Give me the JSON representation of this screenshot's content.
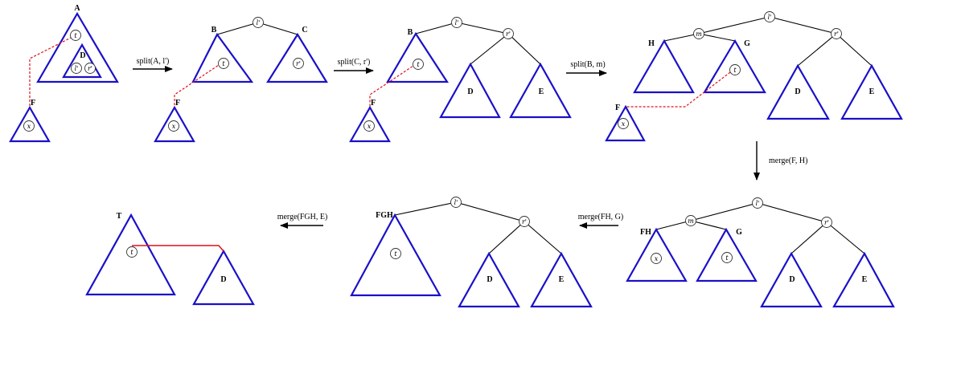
{
  "operations": {
    "op1": "split(A, l')",
    "op2": "split(C, r')",
    "op3": "split(B, m)",
    "op4": "merge(F, H)",
    "op5": "merge(FH, G)",
    "op6": "merge(FGH, E)"
  },
  "labels": {
    "A": "A",
    "B": "B",
    "C": "C",
    "D": "D",
    "E": "E",
    "F": "F",
    "G": "G",
    "H": "H",
    "FH": "FH",
    "FGH": "FGH",
    "T": "T"
  },
  "nodes": {
    "t": "t",
    "x": "x",
    "l": "l'",
    "r": "r'",
    "m": "m"
  },
  "colors": {
    "triangle": "#1a10c8",
    "cut": "#e0101a",
    "edge": "#000000"
  }
}
